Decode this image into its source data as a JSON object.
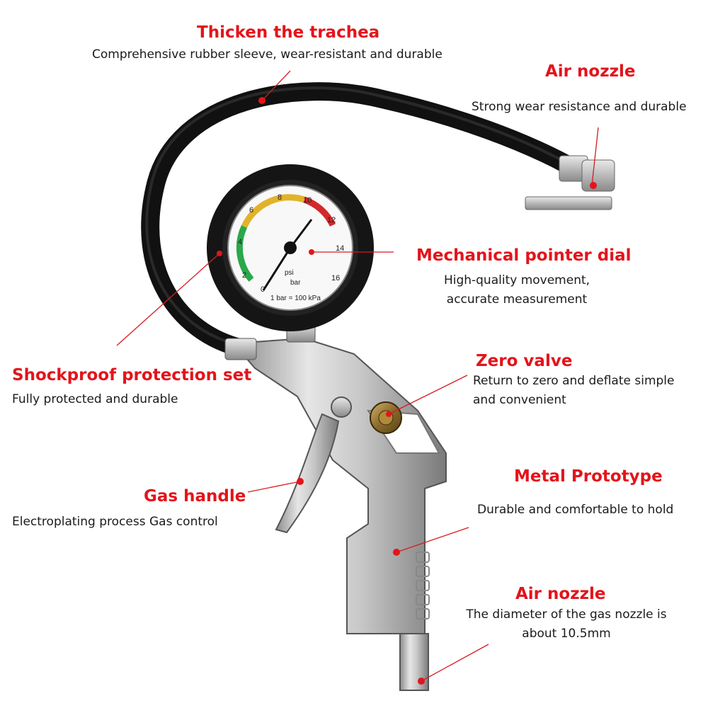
{
  "colors": {
    "accent": "#e3141b",
    "text": "#1b1b1b",
    "background": "#ffffff"
  },
  "callouts": {
    "trachea": {
      "title": "Thicken the trachea",
      "desc": "Comprehensive rubber sleeve, wear-resistant and durable"
    },
    "air_nozzle_top": {
      "title": "Air nozzle",
      "desc": "Strong wear resistance and durable"
    },
    "dial": {
      "title": "Mechanical pointer dial",
      "desc_1": "High-quality movement,",
      "desc_2": "accurate measurement"
    },
    "shockproof": {
      "title": "Shockproof protection set",
      "desc": "Fully protected and durable"
    },
    "zero_valve": {
      "title": "Zero valve",
      "desc_1": "Return to zero and deflate simple",
      "desc_2": "and convenient"
    },
    "metal": {
      "title": "Metal Prototype",
      "desc": "Durable and comfortable to hold"
    },
    "gas_handle": {
      "title": "Gas handle",
      "desc": "Electroplating process Gas control"
    },
    "air_nozzle_bottom": {
      "title": "Air nozzle",
      "desc_1": "The diameter of the gas nozzle is",
      "desc_2": "about 10.5mm"
    }
  },
  "gauge": {
    "bar_ticks": [
      "0",
      "2",
      "4",
      "6",
      "8",
      "10",
      "12",
      "14",
      "16"
    ],
    "unit_bar": "bar",
    "unit_psi": "psi",
    "footer": "1 bar = 100 kPa"
  }
}
